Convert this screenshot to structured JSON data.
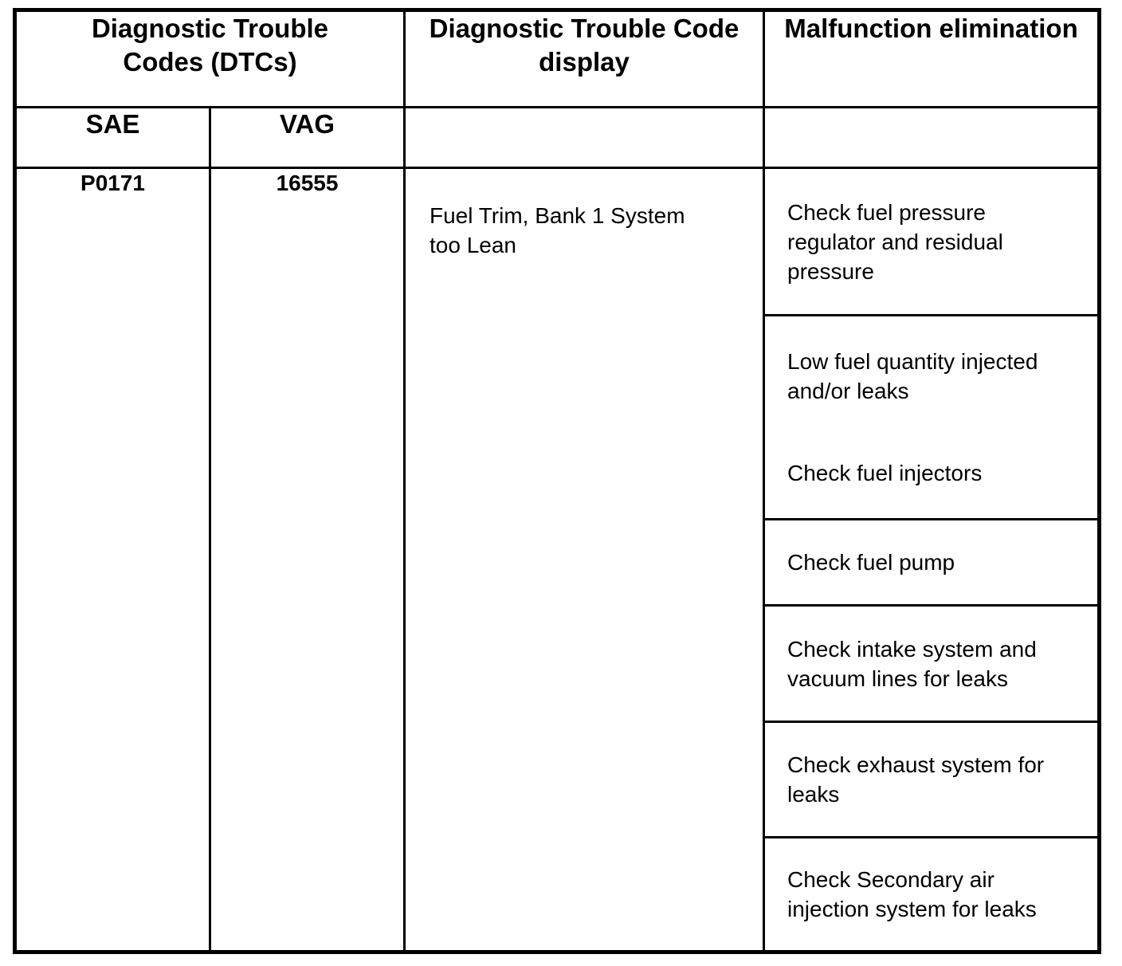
{
  "colors": {
    "background": "#ffffff",
    "border": "#000000",
    "text": "#000000"
  },
  "table": {
    "header": {
      "dtc_group": "Diagnostic Trouble Codes (DTCs)",
      "display": "Diagnostic Trouble Code display",
      "elimination": "Malfunction elimination",
      "sae": "SAE",
      "vag": "VAG"
    },
    "row": {
      "sae_code": "P0171",
      "vag_code": "16555",
      "display_text": "Fuel Trim, Bank 1 System too Lean",
      "elimination": [
        {
          "text": [
            "Check fuel pressure regulator and residual pressure"
          ]
        },
        {
          "text": [
            "Low fuel quantity injected and/or leaks",
            "Check fuel injectors"
          ]
        },
        {
          "text": [
            "Check fuel pump"
          ]
        },
        {
          "text": [
            "Check intake system and vacuum lines for leaks"
          ]
        },
        {
          "text": [
            "Check exhaust system for leaks"
          ]
        },
        {
          "text": [
            "Check Secondary air injection system for leaks"
          ]
        }
      ]
    }
  }
}
